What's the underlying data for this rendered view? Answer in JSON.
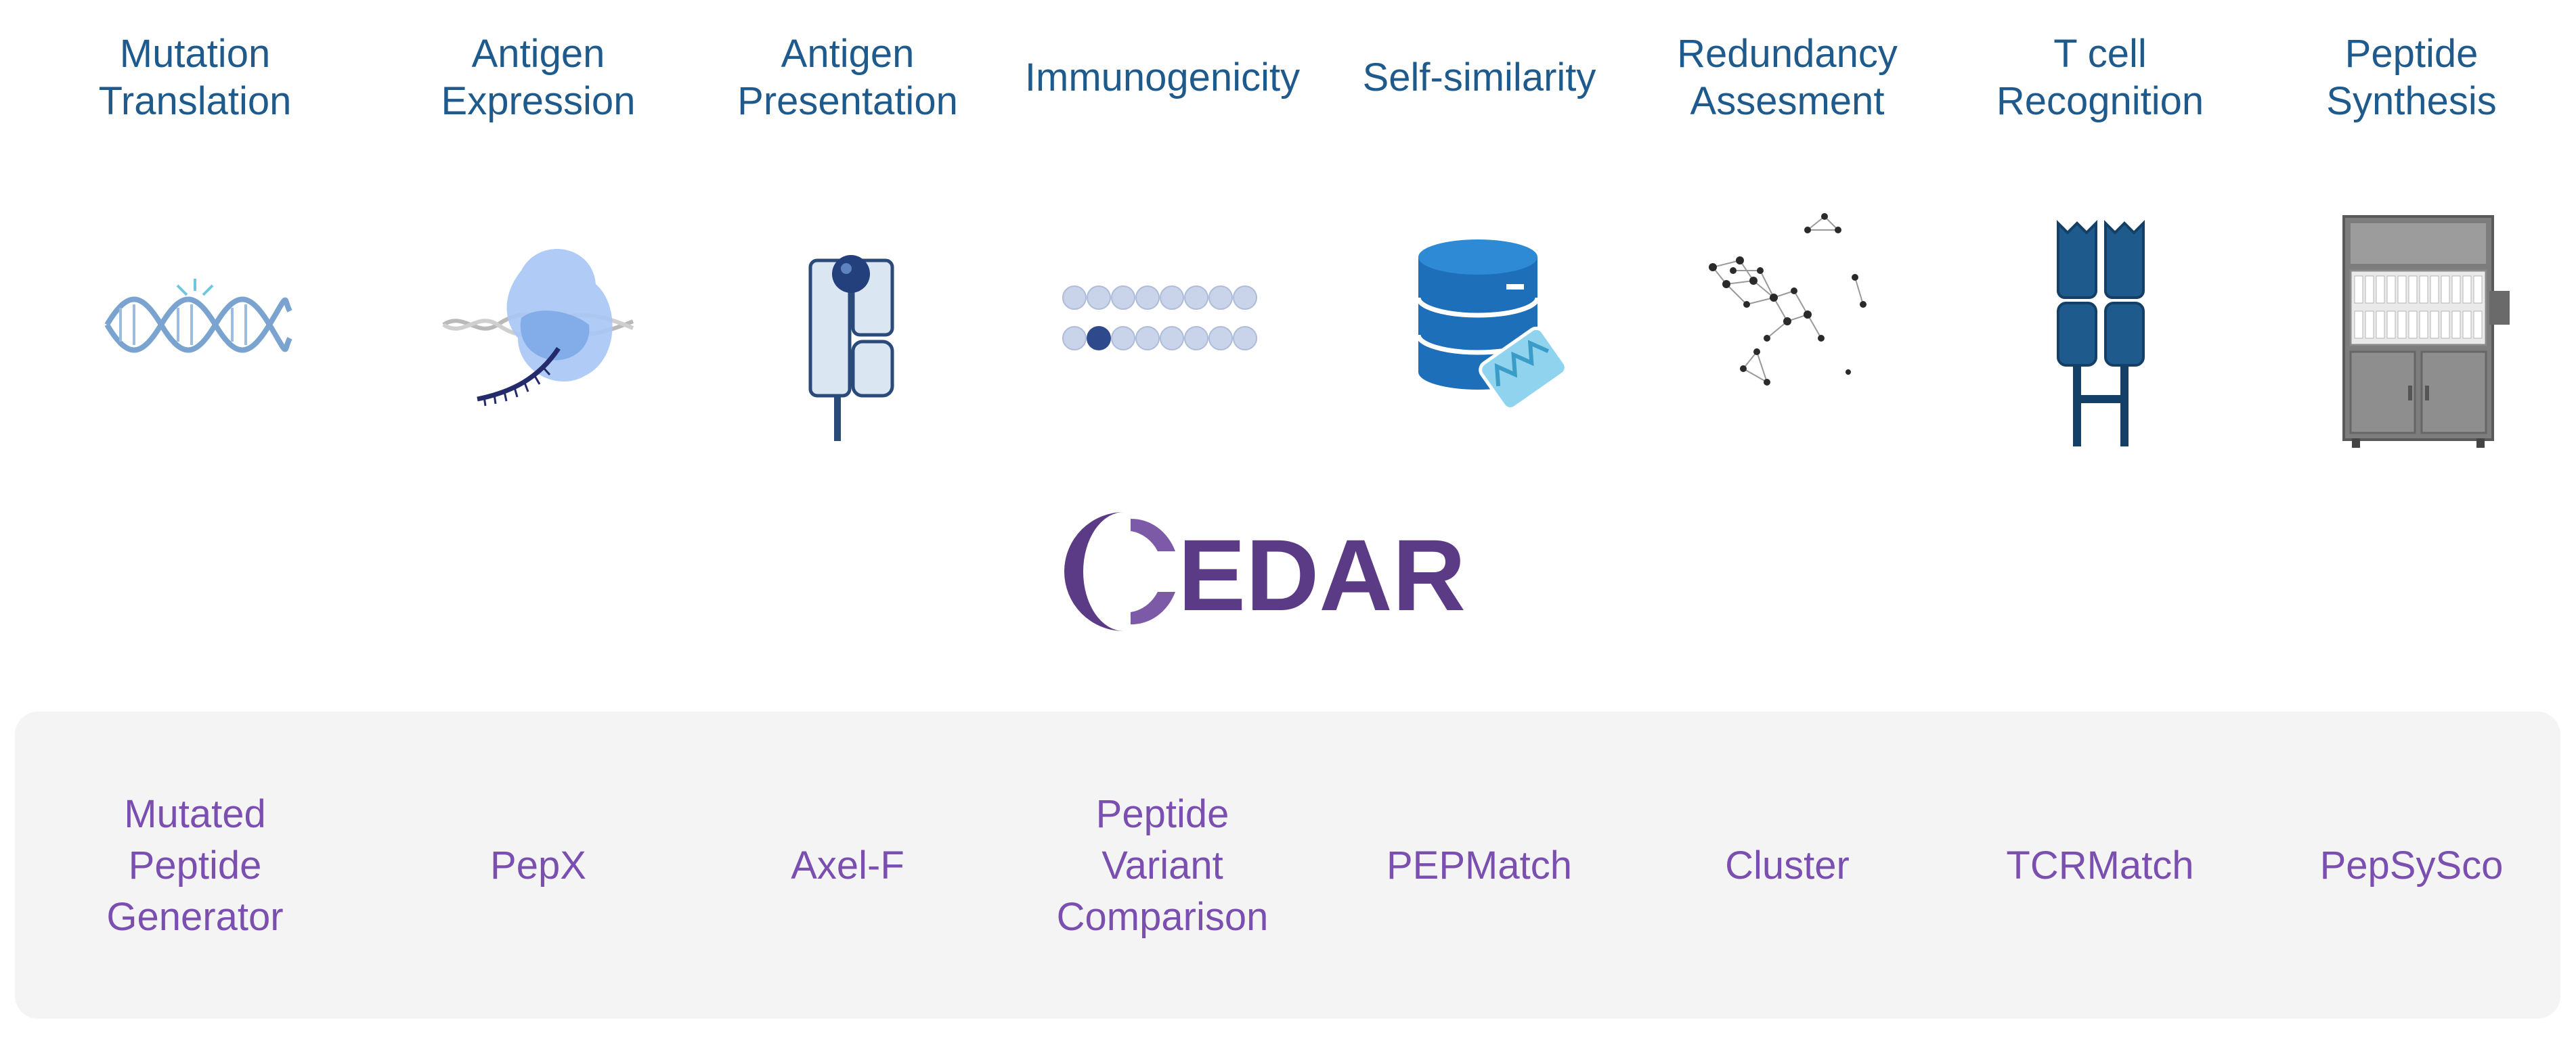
{
  "stages": [
    {
      "title": "Mutation\nTranslation",
      "icon": "dna-helix-icon"
    },
    {
      "title": "Antigen\nExpression",
      "icon": "ribosome-translation-icon"
    },
    {
      "title": "Antigen\nPresentation",
      "icon": "mhc-molecule-icon"
    },
    {
      "title": "Immunogenicity",
      "icon": "peptide-beads-icon"
    },
    {
      "title": "Self-similarity",
      "icon": "database-search-icon"
    },
    {
      "title": "Redundancy\nAssesment",
      "icon": "cluster-network-icon"
    },
    {
      "title": "T cell\nRecognition",
      "icon": "tcr-receptor-icon"
    },
    {
      "title": "Peptide\nSynthesis",
      "icon": "peptide-synthesizer-icon"
    }
  ],
  "logo": {
    "text": "EDAR",
    "brand_color": "#5b3b86"
  },
  "tools": [
    "Mutated\nPeptide\nGenerator",
    "PepX",
    "Axel-F",
    "Peptide\nVariant\nComparison",
    "PEPMatch",
    "Cluster",
    "TCRMatch",
    "PepSySco"
  ],
  "colors": {
    "stage_title": "#1f5a8c",
    "tool_label": "#7a4fb0",
    "panel_bg": "#f5f4f5"
  }
}
